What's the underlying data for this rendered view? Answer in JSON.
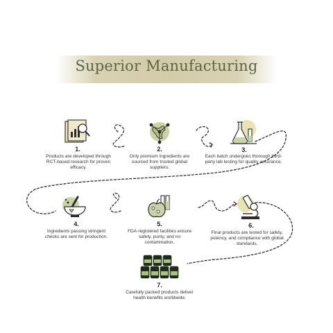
{
  "header": {
    "title": "Superior Manufacturing"
  },
  "steps": [
    {
      "number": "1.",
      "text": "Products are developed through RCT-based research for proven efficacy.",
      "icon": "research-chart-icon"
    },
    {
      "number": "2.",
      "text": "Only premium ingredients are sourced from trusted global suppliers.",
      "icon": "globe-network-icon"
    },
    {
      "number": "3.",
      "text": "Each batch undergoes thorough third-party lab testing for quality assurance.",
      "icon": "lab-flask-icon"
    },
    {
      "number": "4.",
      "text": "Ingredients passing stringent checks are sent for production.",
      "icon": "mortar-pestle-icon"
    },
    {
      "number": "5.",
      "text": "FDA-registered facilities ensure safety, purity, and no contamination.",
      "icon": "apple-test-tubes-icon"
    },
    {
      "number": "6.",
      "text": "Final products are tested for safety, potency, and compliance with global standards.",
      "icon": "microscope-icon"
    },
    {
      "number": "7.",
      "text": "Carefully packed products deliver health benefits worldwide.",
      "icon": "supplement-bottles-icon"
    }
  ],
  "colors": {
    "accent": "#c9d3a8",
    "accent_gold": "#e8e3b6",
    "title": "#5d6444",
    "banner": "#d3cca9"
  }
}
